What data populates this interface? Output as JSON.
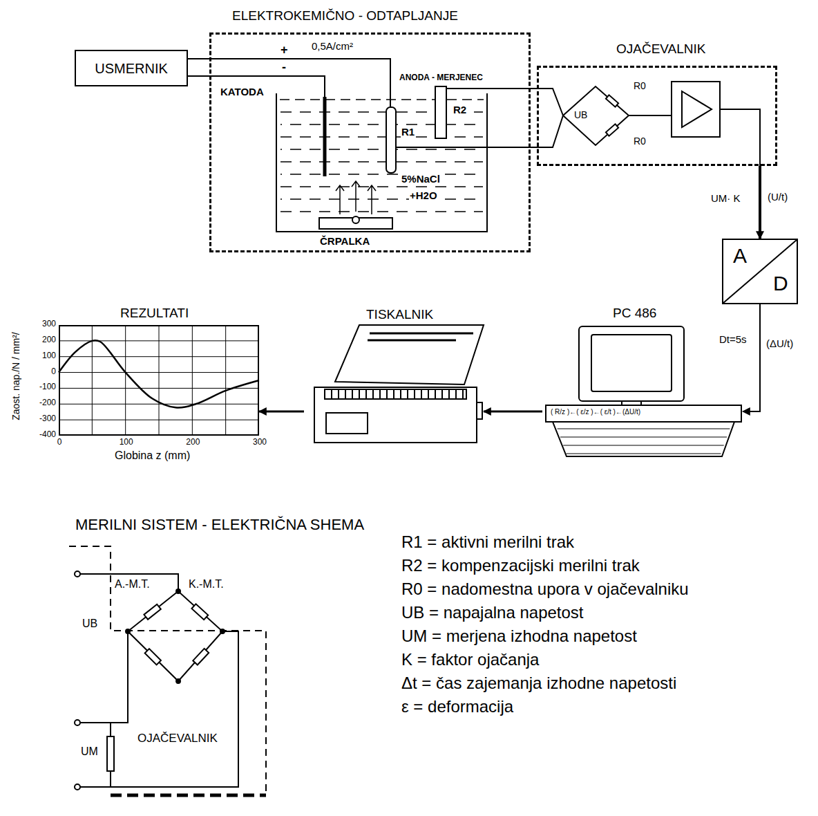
{
  "diagram": {
    "nodes": [
      {
        "text": [
          "USMERNIK"
        ]
      },
      {
        "text": [
          "ELEKTROKEMIČNO - ODTAPLJANJE"
        ]
      },
      {
        "text": [
          "OJAČEVALNIK"
        ]
      },
      {
        "text": [
          "A",
          "D"
        ]
      },
      {
        "text": [
          "PC 486",
          "( R/z )←( ε/z )←( ε/t )←(ΔU/t)"
        ]
      },
      {
        "text": [
          "TISKALNIK"
        ]
      },
      {
        "text": [
          "REZULTATI"
        ]
      }
    ],
    "edges": [
      {
        "from": 0,
        "to": 1,
        "arrow": "none"
      },
      {
        "from": 1,
        "to": 2,
        "arrow": "none"
      },
      {
        "from": 2,
        "to": 3,
        "label": "UM· K",
        "arrow": "to"
      },
      {
        "from": 3,
        "to": 4,
        "label": "Dt=5s",
        "arrow": "to"
      },
      {
        "from": 4,
        "to": 5,
        "arrow": "to"
      },
      {
        "from": 5,
        "to": 6,
        "arrow": "to"
      }
    ],
    "labels": [
      "+",
      "-",
      "0,5A/cm²",
      "KATODA",
      "ANODA - MERJENEC",
      "R1",
      "R2",
      "5%NaCl",
      "+H2O",
      "ČRPALKA",
      "UB",
      "R0",
      "R0",
      "(U/t)",
      "(ΔU/t)",
      "Zaost. nap./N / mm²/",
      "300",
      "200",
      "100",
      "0",
      "-100",
      "-200",
      "-300",
      "-400",
      "Globina z (mm)",
      "0",
      "100",
      "200",
      "300",
      "MERILNI SISTEM - ELEKTRIČNA SHEMA",
      "A.-M.T.",
      "K.-M.T.",
      "UB",
      "OJAČEVALNIK",
      "UM",
      "R1 = aktivni merilni trak",
      "R2 = kompenzacijski merilni trak",
      "R0 = nadomestna upora v ojačevalniku",
      "UB = napajalna napetost",
      "UM = merjena izhodna napetost",
      "K = faktor ojačanja",
      "Δt = čas zajemanja izhodne napetosti",
      "ε = deformacija"
    ]
  }
}
